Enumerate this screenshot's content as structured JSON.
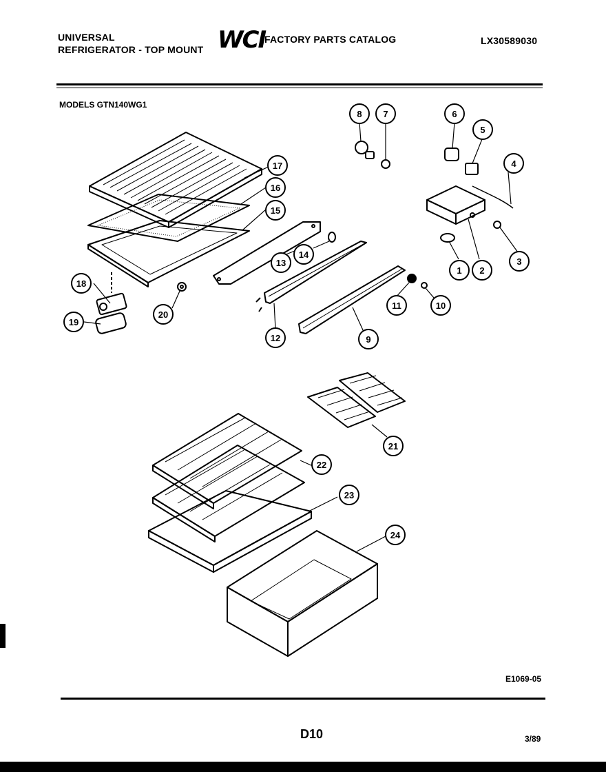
{
  "header": {
    "line1": "UNIVERSAL",
    "line2": "REFRIGERATOR - TOP MOUNT",
    "logo": "WCI",
    "catalog_title": "FACTORY PARTS CATALOG",
    "catalog_number": "LX30589030"
  },
  "models": "MODELS GTN140WG1",
  "drawing_code": "E1069-05",
  "page_number": "D10",
  "date": "3/89",
  "callouts": [
    "1",
    "2",
    "3",
    "4",
    "5",
    "6",
    "7",
    "8",
    "9",
    "10",
    "11",
    "12",
    "13",
    "14",
    "15",
    "16",
    "17",
    "18",
    "19",
    "20",
    "21",
    "22",
    "23",
    "24"
  ]
}
